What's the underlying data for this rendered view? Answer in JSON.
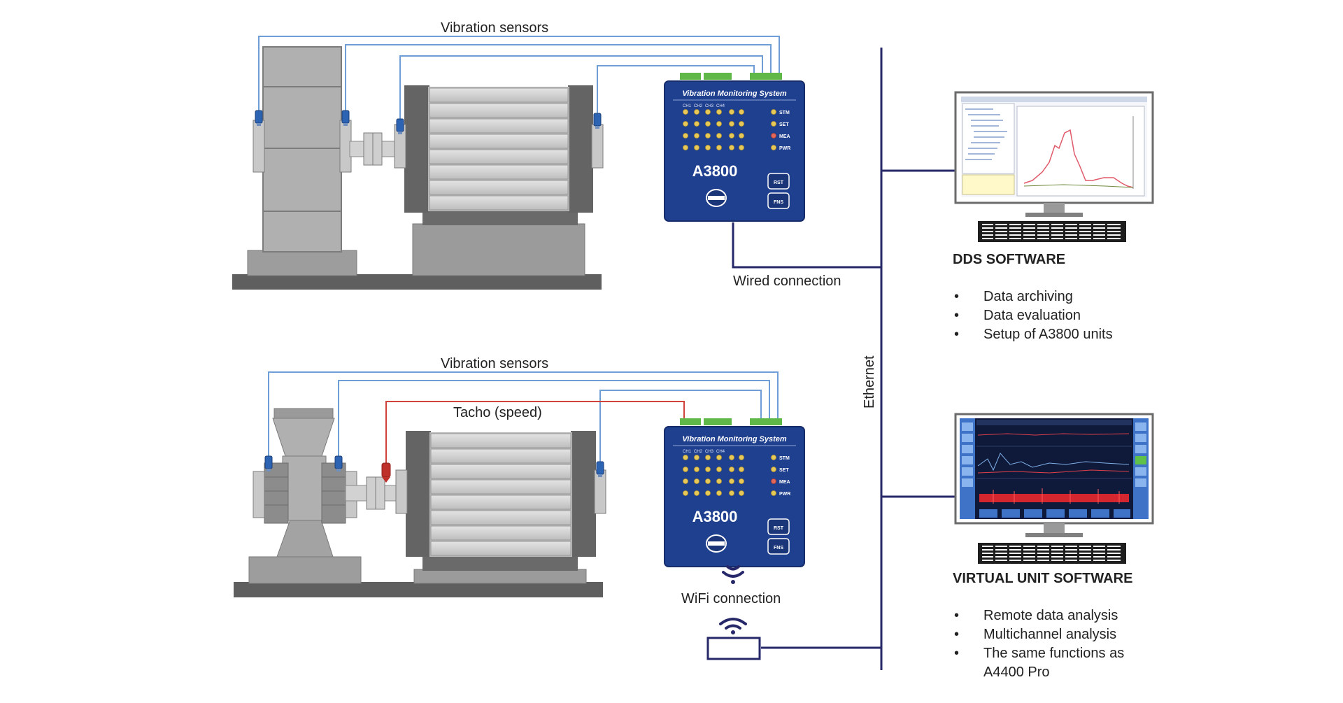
{
  "labels": {
    "vibration_sensors_top": "Vibration sensors",
    "vibration_sensors_bottom": "Vibration sensors",
    "tacho": "Tacho (speed)",
    "wired": "Wired connection",
    "wifi": "WiFi connection",
    "ethernet": "Ethernet"
  },
  "device": {
    "header": "Vibration Monitoring System",
    "model": "A3800",
    "btn_top": "RST",
    "btn_bottom": "FNS",
    "status_labels": [
      "STM",
      "SET",
      "MEA",
      "PWR"
    ]
  },
  "dds": {
    "title": "DDS SOFTWARE",
    "features": [
      "Data archiving",
      "Data evaluation",
      "Setup of A3800 units"
    ]
  },
  "virtual": {
    "title": "VIRTUAL UNIT SOFTWARE",
    "features": [
      "Remote data analysis",
      "Multichannel analysis",
      "The same functions as A4400 Pro"
    ]
  },
  "colors": {
    "sensor_cable": "#6d9fd6",
    "tacho_cable": "#d0433b",
    "network": "#27286a",
    "device_blue": "#1f3f8f",
    "machine_gray": "#a7a7a7"
  }
}
